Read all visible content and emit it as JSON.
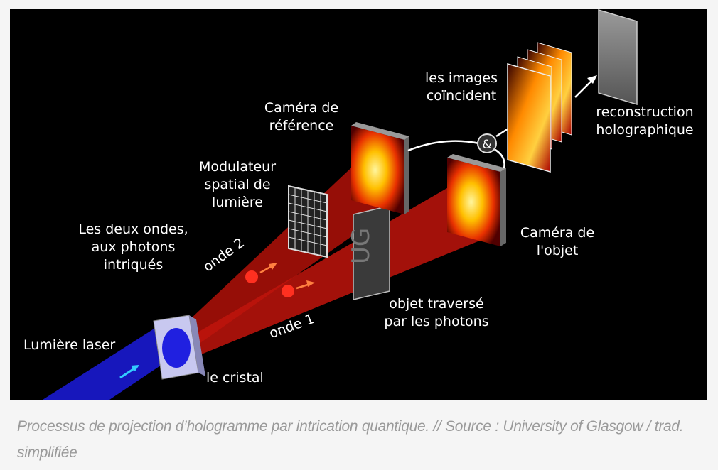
{
  "figure": {
    "labels": {
      "laser": "Lumière laser",
      "crystal": "le cristal",
      "waves": [
        "Les deux ondes,",
        "aux photons",
        "intriqués"
      ],
      "wave2": "onde 2",
      "wave1": "onde 1",
      "modulator": [
        "Modulateur",
        "spatial de",
        "lumière"
      ],
      "ref_camera": [
        "Caméra de",
        "référence"
      ],
      "object": [
        "objet traversé",
        "par les photons"
      ],
      "object_camera": [
        "Caméra de",
        "l'objet"
      ],
      "coincide": [
        "les images",
        "coïncident"
      ],
      "reconstruction": [
        "reconstruction",
        "holographique"
      ],
      "and_symbol": "&"
    },
    "colors": {
      "beam_red": "#c0140c",
      "beam_blue": "#1a1ad0",
      "background": "#000000"
    }
  },
  "caption": {
    "text": "Processus de projection d’hologramme par intrication quantique. // Source : University of Glasgow / trad. simplifiée"
  }
}
